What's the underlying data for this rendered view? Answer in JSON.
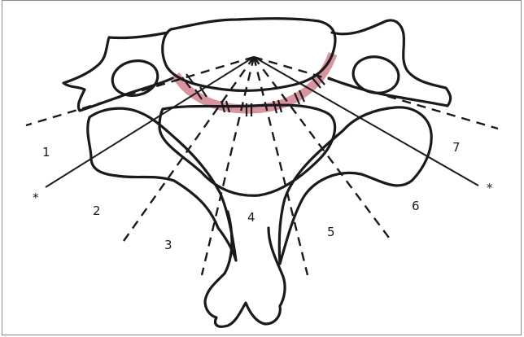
{
  "figure": {
    "region_labels": [
      "1",
      "2",
      "3",
      "4",
      "5",
      "6",
      "7"
    ],
    "marker_left": "*",
    "marker_right": "*",
    "arc_color": "#d9959f",
    "line_color": "#1a1a1a"
  }
}
